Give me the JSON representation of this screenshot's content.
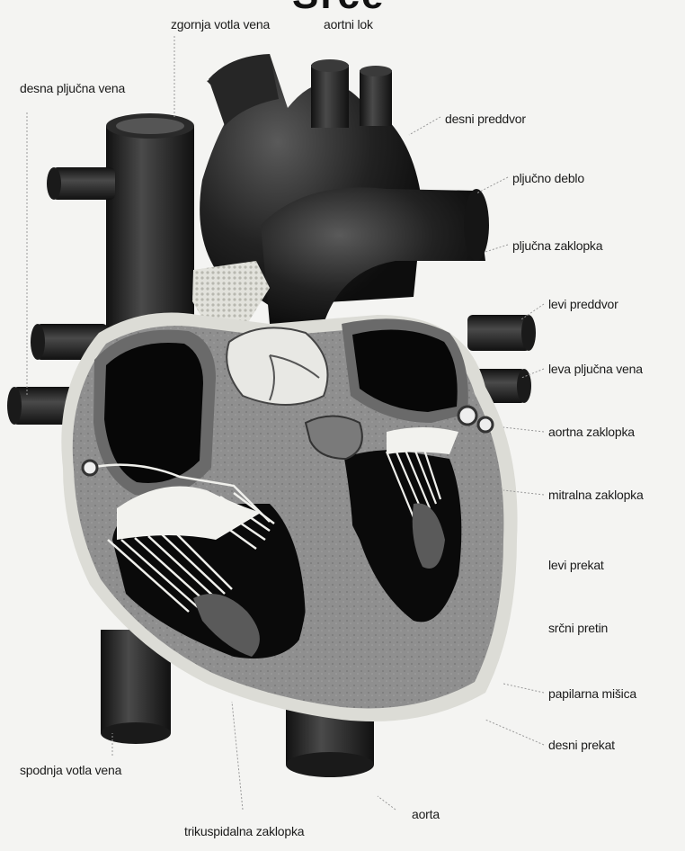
{
  "title_fragment": "Srce",
  "labels": {
    "zgornja_votla_vena": "zgornja votla vena",
    "aortni_lok": "aortni lok",
    "desna_pljucna_vena": "desna pljučna vena",
    "desni_preddvor": "desni preddvor",
    "pljucno_deblo": "pljučno deblo",
    "pljucna_zaklopka": "pljučna zaklopka",
    "levi_preddvor": "levi preddvor",
    "leva_pljucna_vena": "leva pljučna vena",
    "aortna_zaklopka": "aortna zaklopka",
    "mitralna_zaklopka": "mitralna zaklopka",
    "levi_prekat": "levi prekat",
    "srcni_pretin": "srčni pretin",
    "papilarna_misica": "papilarna mišica",
    "desni_prekat": "desni prekat",
    "spodnja_votla_vena": "spodnja votla vena",
    "aorta": "aorta",
    "trikuspidalna_zaklopka": "trikuspidalna zaklopka"
  },
  "colors": {
    "background": "#f4f4f2",
    "vessel_dark": "#1c1c1c",
    "muscle_gray": "#8e8e8e",
    "valve_white": "#e6e6e2",
    "leader": "#9a9a9a"
  }
}
